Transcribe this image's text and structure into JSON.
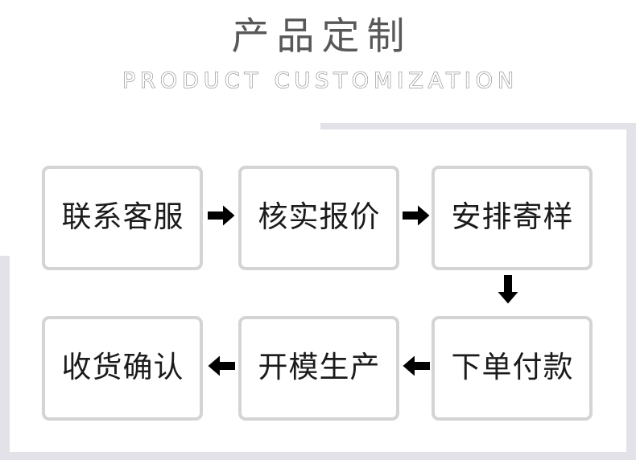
{
  "header": {
    "title_cn": "产品定制",
    "title_en": "PRODUCT CUSTOMIZATION"
  },
  "colors": {
    "title_gray": "#585858",
    "subtitle_outline": "#6c6c6c",
    "box_border": "#d4d4d4",
    "box_text": "#1b1b1b",
    "frame_gray": "#e2e2e8",
    "arrow_black": "#000000",
    "background": "#ffffff"
  },
  "flow": {
    "steps": [
      {
        "id": "step-1",
        "label": "联系客服"
      },
      {
        "id": "step-2",
        "label": "核实报价"
      },
      {
        "id": "step-3",
        "label": "安排寄样"
      },
      {
        "id": "step-4",
        "label": "下单付款"
      },
      {
        "id": "step-5",
        "label": "开模生产"
      },
      {
        "id": "step-6",
        "label": "收货确认"
      }
    ],
    "connectors": [
      {
        "id": "connector-1",
        "direction": "right",
        "from": "联系客服",
        "to": "核实报价"
      },
      {
        "id": "connector-2",
        "direction": "right",
        "from": "核实报价",
        "to": "安排寄样"
      },
      {
        "id": "connector-3",
        "direction": "down",
        "from": "安排寄样",
        "to": "下单付款"
      },
      {
        "id": "connector-4",
        "direction": "left",
        "from": "下单付款",
        "to": "开模生产"
      },
      {
        "id": "connector-5",
        "direction": "left",
        "from": "开模生产",
        "to": "收货确认"
      }
    ]
  },
  "decoration": {
    "frame_top_label": "frame-top-edge",
    "frame_right_label": "frame-right-edge",
    "frame_left_label": "frame-left-edge",
    "frame_bottom_label": "frame-bottom-edge"
  }
}
